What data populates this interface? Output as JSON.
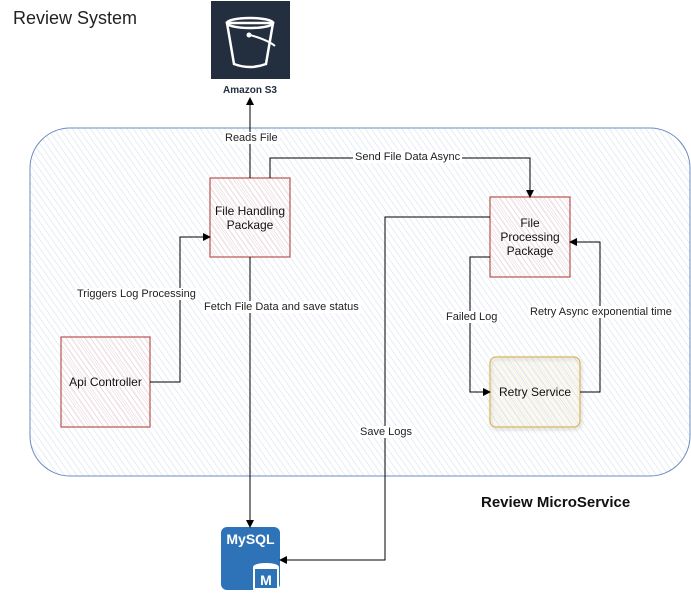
{
  "title": "Review System",
  "amazon_s3": {
    "label": "Amazon S3",
    "icon": "s3-bucket-icon",
    "bg": "#232F3E"
  },
  "microservice": {
    "label": "Review MicroService"
  },
  "nodes": {
    "file_handling": "File Handling Package",
    "file_processing": "File Processing Package",
    "api_controller": "Api Controller",
    "retry_service": "Retry Service"
  },
  "mysql": {
    "label": "MySQL",
    "icon": "mysql-database-icon",
    "color": "#2E73B8"
  },
  "edges": {
    "reads_file": "Reads File",
    "send_file_data_async": "Send File Data Async",
    "triggers_log_processing": "Triggers Log Processing",
    "fetch_file_data": "Fetch File Data and save status",
    "failed_log": "Failed Log",
    "retry_async": "Retry Async exponential time",
    "save_logs": "Save Logs"
  },
  "colors": {
    "package_stroke": "#B85450",
    "package_fill": "#F8CECC",
    "retry_stroke": "#D6B656",
    "retry_fill": "#FFF2CC",
    "container_stroke": "#6C8EBF"
  }
}
